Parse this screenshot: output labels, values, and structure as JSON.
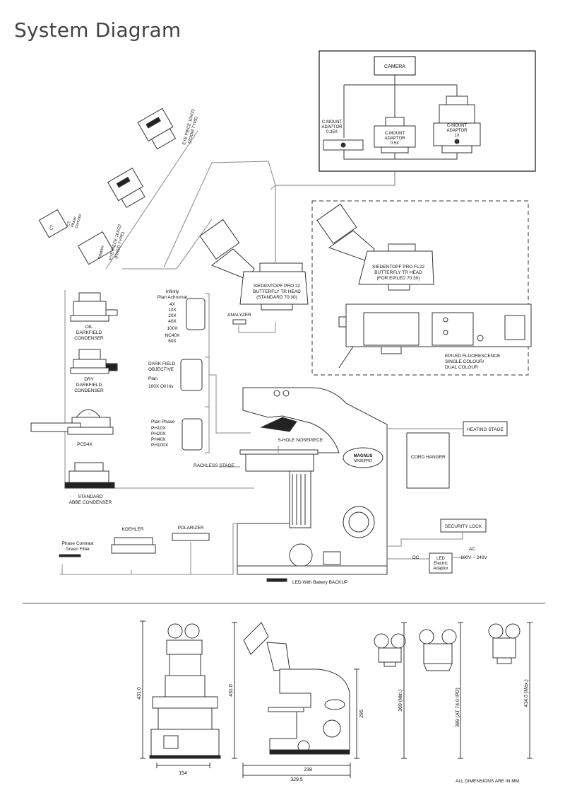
{
  "page_title": "System Diagram",
  "labels": {
    "camera": "CAMERA",
    "cmount_035": [
      "C-MOUNT",
      "ADAPTOR",
      "0.35X"
    ],
    "cmount_05": [
      "C-MOUNT",
      "ADAPTOR",
      "0.5X"
    ],
    "cmount_1": [
      "C-MOUNT",
      "ADAPTOR",
      "1X"
    ],
    "eyepiece_zoom": [
      "EYE PIECE 10X/22",
      "(ZOOM TYPE)"
    ],
    "eyepiece_fixed": [
      "EYE PIECE 10X/22",
      "(FIXED TYPE)"
    ],
    "ct": "CT",
    "ct_phase": [
      "CT",
      "Phase",
      "Contrast"
    ],
    "adaptor": "Adaptor",
    "head_std": [
      "SIEDENTOPF PRO 22",
      "BUTTERFLY TR HEAD",
      "(STANDARD 70:30)"
    ],
    "head_fl": [
      "SIEDENTOPF PRO FL22",
      "BUTTERFLY TR HEAD",
      "(FOR EPILED 70:30)"
    ],
    "plan_achromat": [
      "Infinity",
      "Plan Achromat",
      "4X",
      "10X",
      "20X",
      "40X",
      "100X",
      "NC40X",
      "60X"
    ],
    "darkfield_obj": [
      "DARK FIELD",
      "OBJECTIVE",
      "Plan",
      "100X Oil Iris"
    ],
    "plan_phase": [
      "Plan Phase",
      "PH10X",
      "PH20X",
      "PH40X",
      "PH100X"
    ],
    "analyzer": "ANALYZER",
    "oil_darkfield": [
      "OIL",
      "DARKFIELD",
      "CONDENSER"
    ],
    "dry_darkfield": [
      "DRY",
      "DARKFIELD",
      "CONDENSER"
    ],
    "pcd4x": "PCD4X",
    "abbe": [
      "STANDARD",
      "ABBE CONDENSER"
    ],
    "epiled": [
      "EPILED FLUORESCENCE",
      "SINGLE COLOUR/",
      "DUAL COLOUR"
    ],
    "nosepiece": "5-HOLE NOSEPIECE",
    "rackless_stage": "RACKLESS STAGE",
    "heating_stage": "HEATING STAGE",
    "cord_hanger": "CORD HANGER",
    "security_lock": "SECURITY LOCK",
    "ac": [
      "AC",
      "100V ~ 240V"
    ],
    "dc": "DC",
    "led_adaptor": [
      "LED",
      "Electric",
      "Adaptor"
    ],
    "koehler": "KOEHLER",
    "polarizer": "POLARIZER",
    "phase_green": [
      "Phase Contrast",
      "Green Filter"
    ],
    "led_battery": "LED With Battery BACKUP",
    "brand": [
      "MAGNUS",
      "MX35|PRO"
    ],
    "dims": {
      "front_height": "431.0",
      "front_width": "154",
      "side_height": "431.0",
      "side_295": "295",
      "side_238": "238",
      "side_329": "329.5",
      "h369": "369 (Min.)",
      "h389": "389 (AT 74.0 IPD)",
      "h414": "414.0 (Max.)"
    },
    "dims_note": "ALL DIMENSIONS ARE IN MM"
  }
}
